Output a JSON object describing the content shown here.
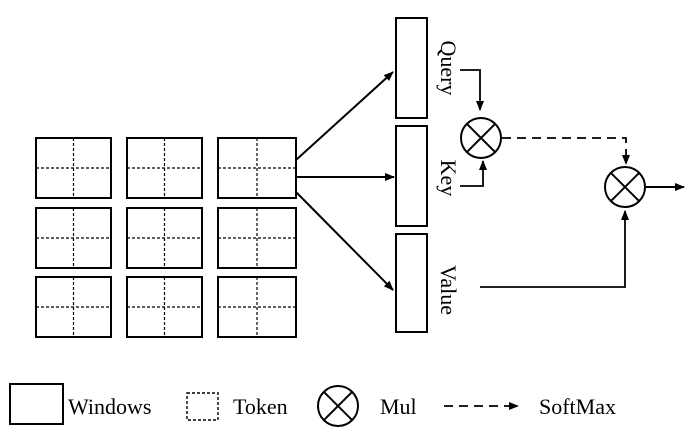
{
  "diagram": {
    "stack": {
      "query_label": "Query",
      "key_label": "Key",
      "value_label": "Value"
    },
    "legend": {
      "windows_label": "Windows",
      "token_label": "Token",
      "mul_label": "Mul",
      "softmax_label": "SoftMax"
    },
    "grid": {
      "rows": 3,
      "cols": 3
    },
    "colors": {
      "stroke": "#000000",
      "background": "#ffffff"
    }
  }
}
